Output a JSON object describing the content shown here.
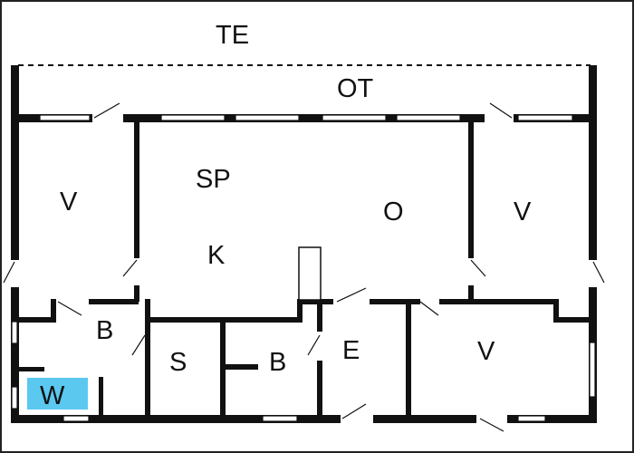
{
  "rooms": {
    "te": "TE",
    "ot": "OT",
    "v_left": "V",
    "sp": "SP",
    "k": "K",
    "o": "O",
    "v_right": "V",
    "b_left": "B",
    "w": "W",
    "s": "S",
    "b_mid": "B",
    "e": "E",
    "v_bottom": "V"
  },
  "colors": {
    "wall": "#111111",
    "w_highlight": "#5bc8f0",
    "background": "#ffffff"
  }
}
